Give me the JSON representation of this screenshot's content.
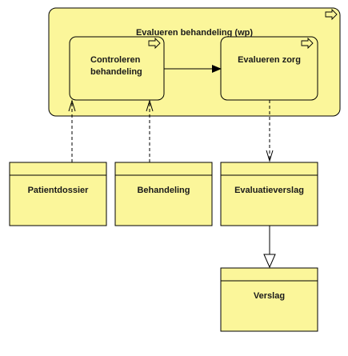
{
  "diagram": {
    "process": {
      "label": "Evalueren behandeling (wp)",
      "subprocesses": [
        {
          "label_line1": "Controleren",
          "label_line2": "behandeling"
        },
        {
          "label": "Evalueren zorg"
        }
      ]
    },
    "objects": [
      {
        "label": "Patientdossier"
      },
      {
        "label": "Behandeling"
      },
      {
        "label": "Evaluatieverslag"
      },
      {
        "label": "Verslag"
      }
    ],
    "colors": {
      "fill": "#fbf69a",
      "stroke": "#000000"
    },
    "icons": [
      "process-arrow-icon"
    ]
  }
}
